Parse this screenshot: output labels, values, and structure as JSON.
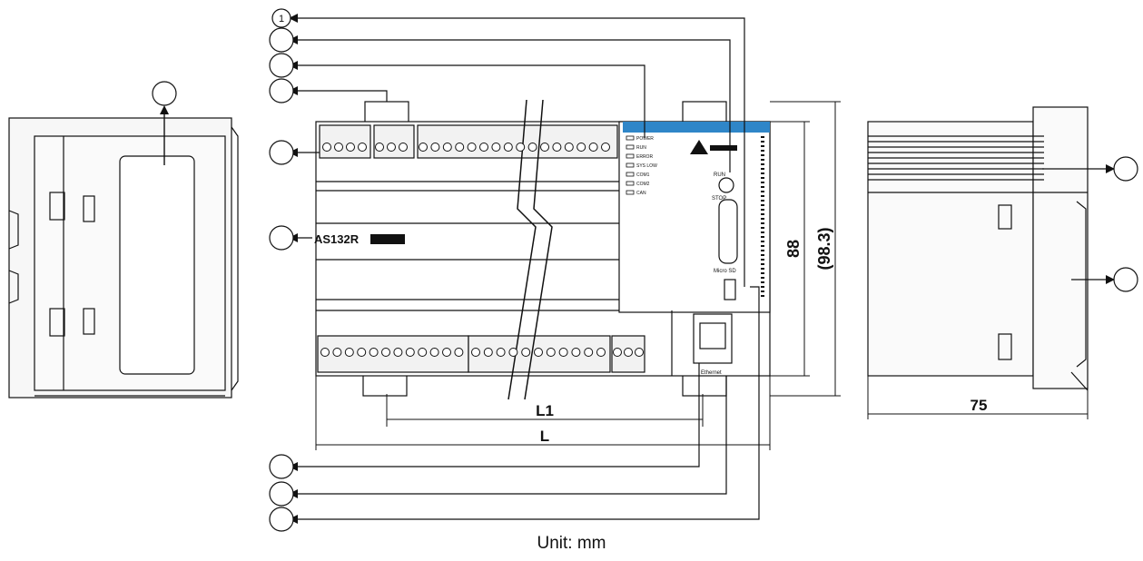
{
  "callouts": {
    "c1": "1",
    "c2": "",
    "c3": "",
    "c4": "",
    "c5": "",
    "c6": "",
    "c7": "",
    "c8": "",
    "c9": "",
    "c10": "",
    "c11": "",
    "c12": ""
  },
  "model_label": "AS132R",
  "leds": [
    "POWER",
    "RUN",
    "ERROR",
    "SYS LOW",
    "COM1",
    "COM2",
    "CAN"
  ],
  "switch_top": "RUN",
  "switch_bottom": "STOP",
  "card_label": "Micro SD",
  "ethernet_label": "Ethernet",
  "dimensions": {
    "L1": "L1",
    "L": "L",
    "height": "88",
    "height_total": "(98.3)",
    "depth": "75"
  },
  "unit_text": "Unit: mm",
  "colors": {
    "brand_blue": "#2f86c8",
    "line": "#111111"
  }
}
